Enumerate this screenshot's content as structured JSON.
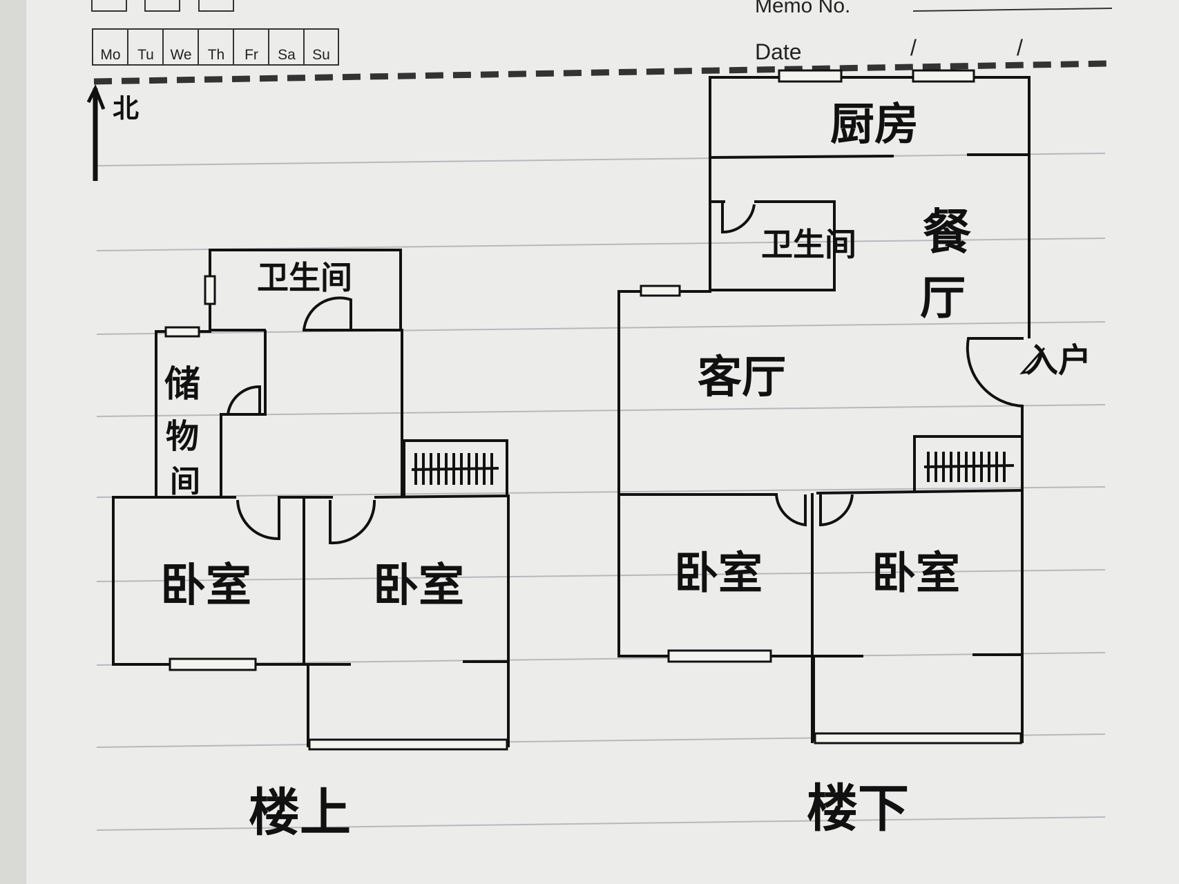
{
  "header": {
    "days": [
      "Mo",
      "Tu",
      "We",
      "Th",
      "Fr",
      "Sa",
      "Su"
    ],
    "memo_label": "Memo No.",
    "date_label": "Date",
    "date_sep": "/"
  },
  "north": {
    "label": "北"
  },
  "upstairs": {
    "title": "楼上",
    "rooms": {
      "bathroom": "卫生间",
      "storage": [
        "储",
        "物",
        "间"
      ],
      "bedroom_left": "卧室",
      "bedroom_right": "卧室"
    }
  },
  "downstairs": {
    "title": "楼下",
    "rooms": {
      "kitchen": "厨房",
      "bathroom": "卫生间",
      "dining": [
        "餐",
        "厅"
      ],
      "living": "客厅",
      "entrance": "入户",
      "bedroom_left": "卧室",
      "bedroom_right": "卧室"
    }
  }
}
